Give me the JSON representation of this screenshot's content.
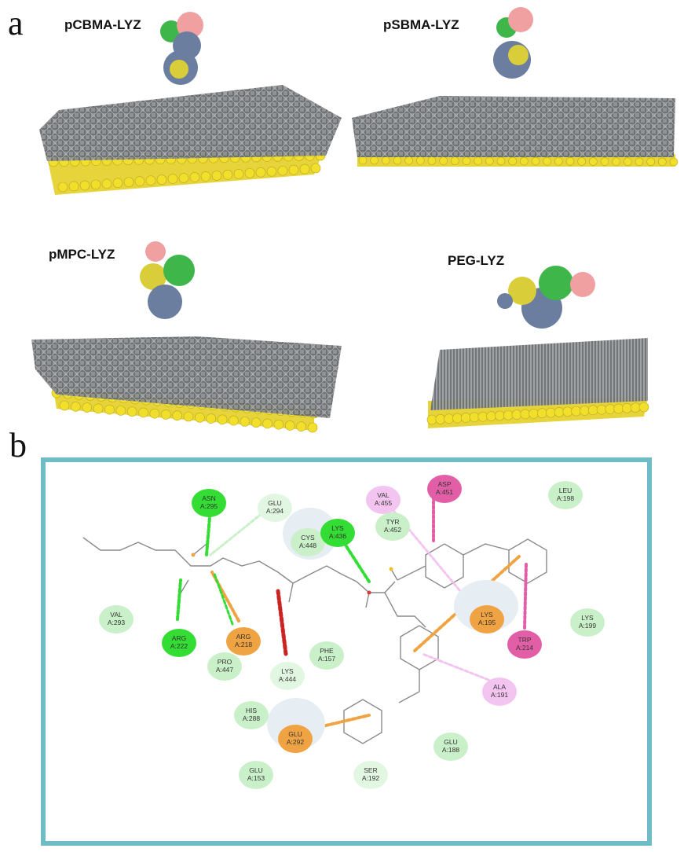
{
  "panels": {
    "a": {
      "letter": "a",
      "simulations": [
        {
          "id": "pcbma",
          "title": "pCBMA-LYZ"
        },
        {
          "id": "psbma",
          "title": "pSBMA-LYZ"
        },
        {
          "id": "pmpc",
          "title": "pMPC-LYZ"
        },
        {
          "id": "peg",
          "title": "PEG-LYZ"
        }
      ],
      "colors": {
        "gold": "#e6d43a",
        "chain": "#6e7072",
        "protein_pink": "#f0a0a0",
        "protein_green": "#3eb64a",
        "protein_blue": "#6b7ea0",
        "protein_yellow": "#d9cd3a"
      }
    },
    "b": {
      "letter": "b",
      "frame_color": "#6fbcc7",
      "residues": [
        {
          "id": "asn295",
          "name": "ASN",
          "number": "A:295",
          "type": "hb"
        },
        {
          "id": "glu294",
          "name": "GLU",
          "number": "A:294",
          "type": "ch"
        },
        {
          "id": "cys448",
          "name": "CYS",
          "number": "A:448",
          "type": "vdw"
        },
        {
          "id": "lys436",
          "name": "LYS",
          "number": "A:436",
          "type": "hb"
        },
        {
          "id": "val455",
          "name": "VAL",
          "number": "A:455",
          "type": "al"
        },
        {
          "id": "tyr452",
          "name": "TYR",
          "number": "A:452",
          "type": "vdw"
        },
        {
          "id": "asp451",
          "name": "ASP",
          "number": "A:451",
          "type": "pp"
        },
        {
          "id": "leu198",
          "name": "LEU",
          "number": "A:198",
          "type": "vdw"
        },
        {
          "id": "val293",
          "name": "VAL",
          "number": "A:293",
          "type": "vdw"
        },
        {
          "id": "arg222",
          "name": "ARG",
          "number": "A:222",
          "type": "hb"
        },
        {
          "id": "arg218",
          "name": "ARG",
          "number": "A:218",
          "type": "pc"
        },
        {
          "id": "pro447",
          "name": "PRO",
          "number": "A:447",
          "type": "vdw"
        },
        {
          "id": "lys444",
          "name": "LYS",
          "number": "A:444",
          "type": "ch"
        },
        {
          "id": "phe157",
          "name": "PHE",
          "number": "A:157",
          "type": "vdw"
        },
        {
          "id": "lys195",
          "name": "LYS",
          "number": "A:195",
          "type": "pc"
        },
        {
          "id": "lys199",
          "name": "LYS",
          "number": "A:199",
          "type": "vdw"
        },
        {
          "id": "trp214",
          "name": "TRP",
          "number": "A:214",
          "type": "pp"
        },
        {
          "id": "ala191",
          "name": "ALA",
          "number": "A:191",
          "type": "al"
        },
        {
          "id": "his288",
          "name": "HIS",
          "number": "A:288",
          "type": "vdw"
        },
        {
          "id": "glu292",
          "name": "GLU",
          "number": "A:292",
          "type": "pc"
        },
        {
          "id": "glu188",
          "name": "GLU",
          "number": "A:188",
          "type": "vdw"
        },
        {
          "id": "glu153",
          "name": "GLU",
          "number": "A:153",
          "type": "vdw"
        },
        {
          "id": "ser192",
          "name": "SER",
          "number": "A:192",
          "type": "ch"
        }
      ],
      "colors": {
        "vdw": "#c9f0c9",
        "hb": "#33dd33",
        "ch": "#e2f7e2",
        "pc": "#f0a342",
        "pp": "#e25fa8",
        "al": "#f4c4f0",
        "bond": "#8a8a8a"
      }
    }
  }
}
